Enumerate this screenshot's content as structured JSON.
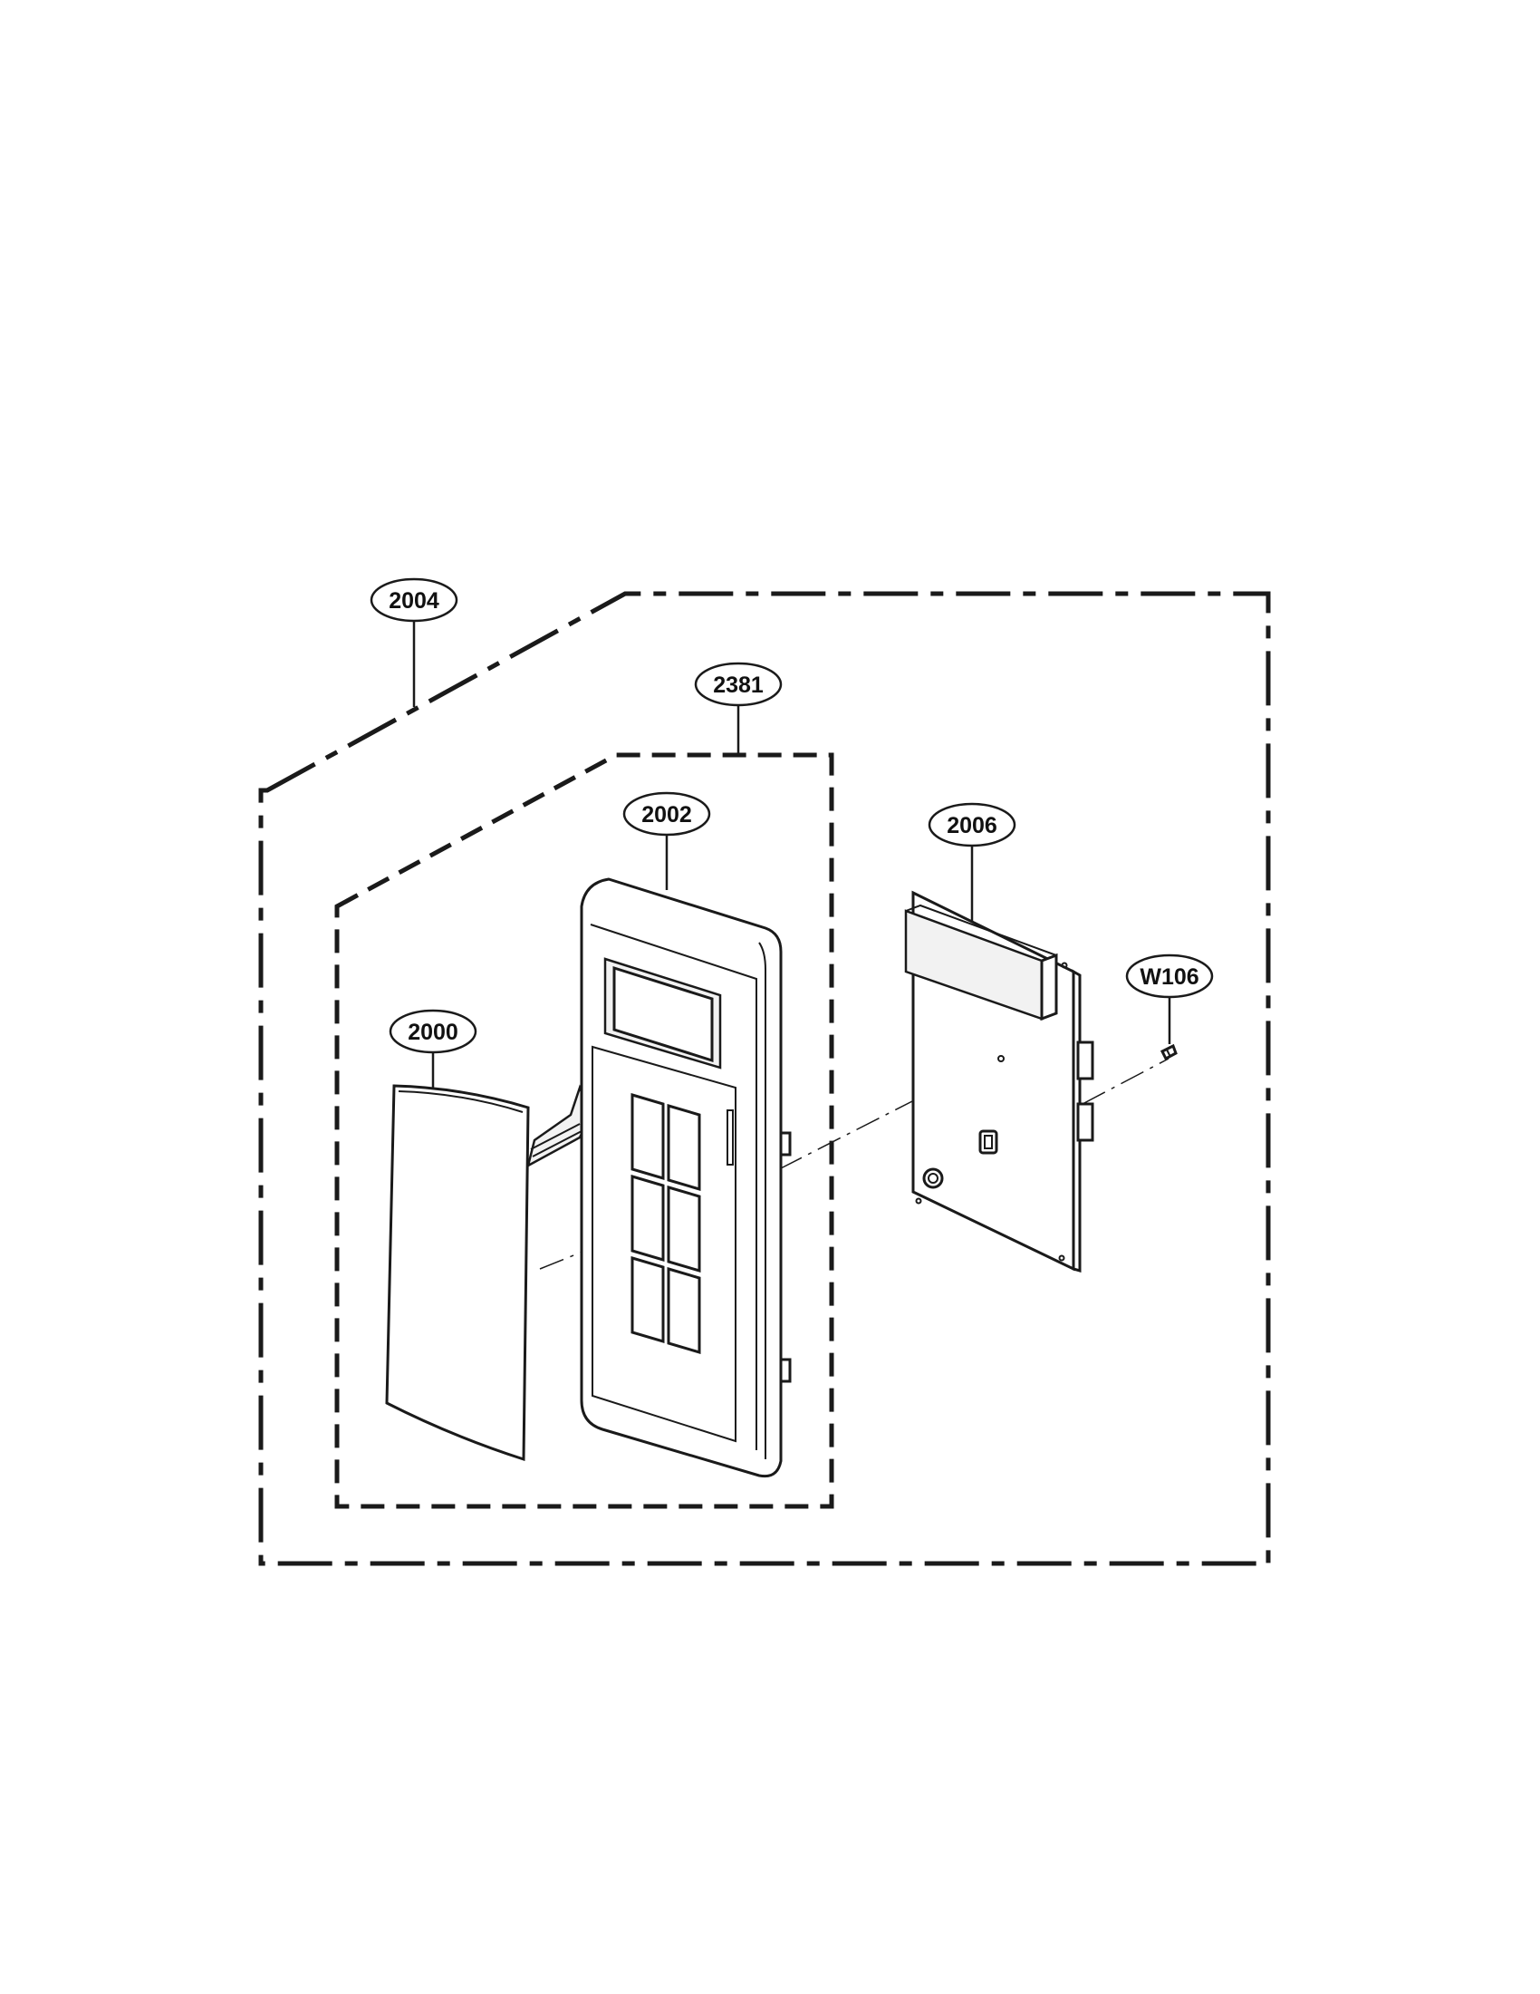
{
  "callouts": {
    "assembly_group": "2004",
    "control_panel_assembly": "2381",
    "control_panel_frame": "2002",
    "membrane_keypad": "2000",
    "pcb_assembly": "2006",
    "screw": "W106"
  }
}
